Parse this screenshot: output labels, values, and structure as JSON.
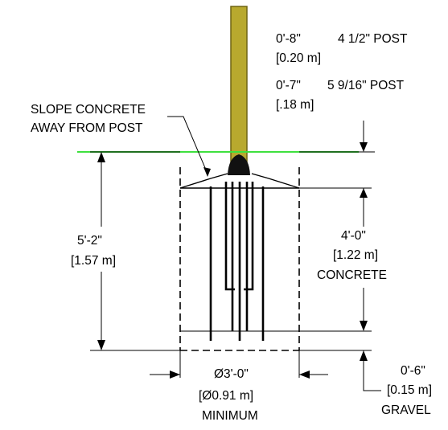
{
  "labels": {
    "post_a_dim": "0'-8\"",
    "post_a_size": "4 1/2\" POST",
    "post_a_metric": "[0.20 m]",
    "post_b_dim": "0'-7\"",
    "post_b_size": "5 9/16\" POST",
    "post_b_metric": "[.18 m]",
    "slope_line1": "SLOPE CONCRETE",
    "slope_line2": "AWAY FROM POST",
    "depth_total": "5'-2\"",
    "depth_total_metric": "[1.57 m]",
    "concrete_depth": "4'-0\"",
    "concrete_depth_metric": "[1.22 m]",
    "concrete_word": "CONCRETE",
    "diameter": "Ø3'-0\"",
    "diameter_metric": "[Ø0.91 m]",
    "minimum_word": "MINIMUM",
    "gravel_depth": "0'-6\"",
    "gravel_depth_metric": "[0.15 m]",
    "gravel_word": "GRAVEL"
  },
  "colors": {
    "post": "#b8a92e",
    "post_edge": "#6e6414",
    "ground_line": "#3ee03e",
    "ink": "#000000"
  }
}
